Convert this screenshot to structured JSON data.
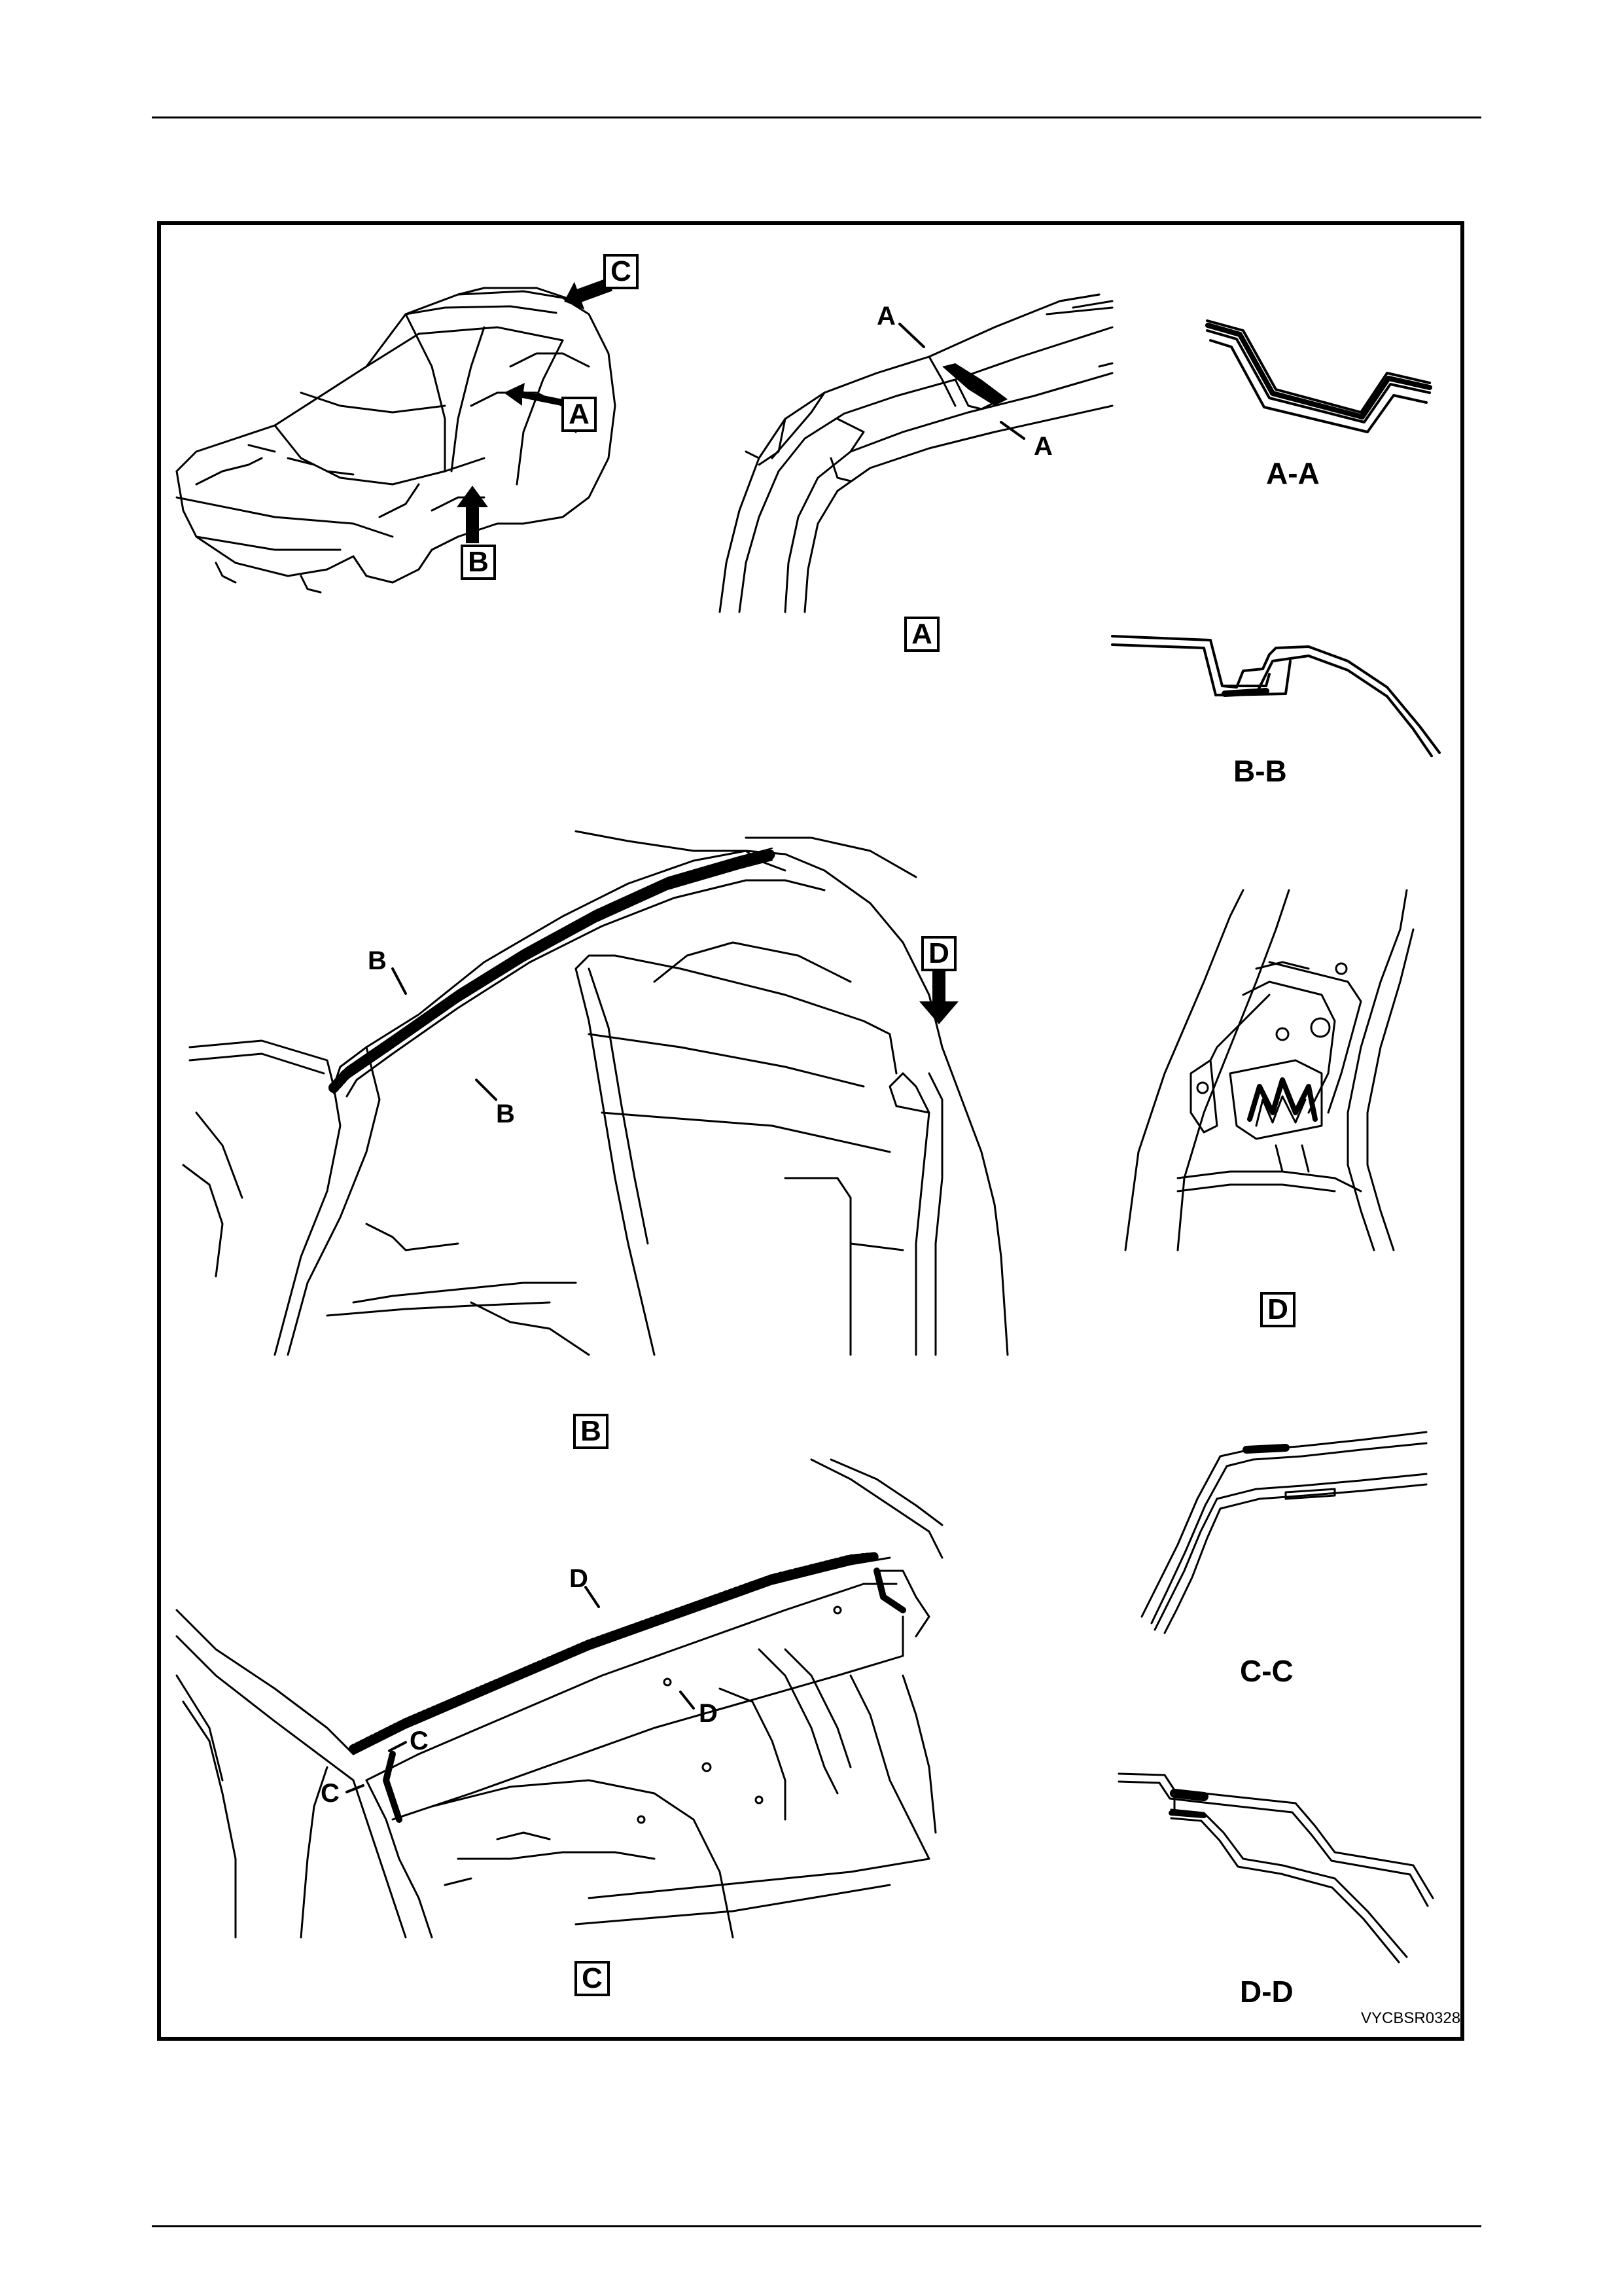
{
  "views": {
    "overview_box": {
      "label_b": "B",
      "label_c": "C",
      "label_a": "A"
    },
    "detail_a": {
      "box": "A",
      "cut_top": "A",
      "cut_bottom": "A"
    },
    "detail_b": {
      "box": "B",
      "cut_upper": "B",
      "cut_lower": "B",
      "arrow_box": "D"
    },
    "detail_c": {
      "box": "C",
      "cut_d_top": "D",
      "cut_d_lower": "D",
      "cut_c_right": "C",
      "cut_c_left": "C"
    },
    "detail_d": {
      "box": "D"
    }
  },
  "sections": {
    "aa": "A-A",
    "bb": "B-B",
    "cc": "C-C",
    "dd": "D-D"
  },
  "document": {
    "code": "VYCBSR0328"
  }
}
